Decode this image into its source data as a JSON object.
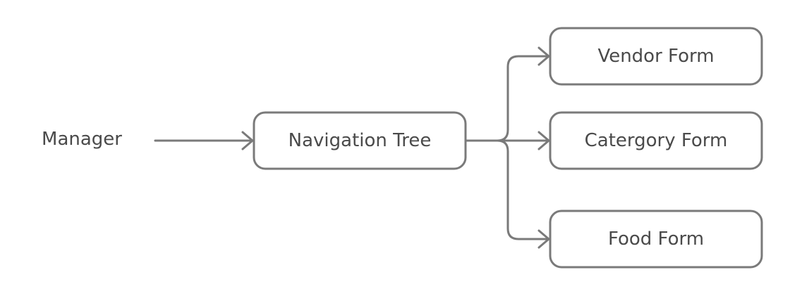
{
  "diagram": {
    "actor": {
      "label": "Manager"
    },
    "nodes": {
      "navigation_tree": {
        "label": "Navigation Tree"
      },
      "vendor_form": {
        "label": "Vendor Form"
      },
      "category_form": {
        "label": "Catergory Form"
      },
      "food_form": {
        "label": "Food Form"
      }
    },
    "edges": [
      {
        "from": "Manager",
        "to": "Navigation Tree"
      },
      {
        "from": "Navigation Tree",
        "to": "Vendor Form"
      },
      {
        "from": "Navigation Tree",
        "to": "Catergory Form"
      },
      {
        "from": "Navigation Tree",
        "to": "Food Form"
      }
    ],
    "colors": {
      "stroke": "#7a7a7a",
      "text": "#4a4a4a",
      "background": "#ffffff"
    }
  }
}
